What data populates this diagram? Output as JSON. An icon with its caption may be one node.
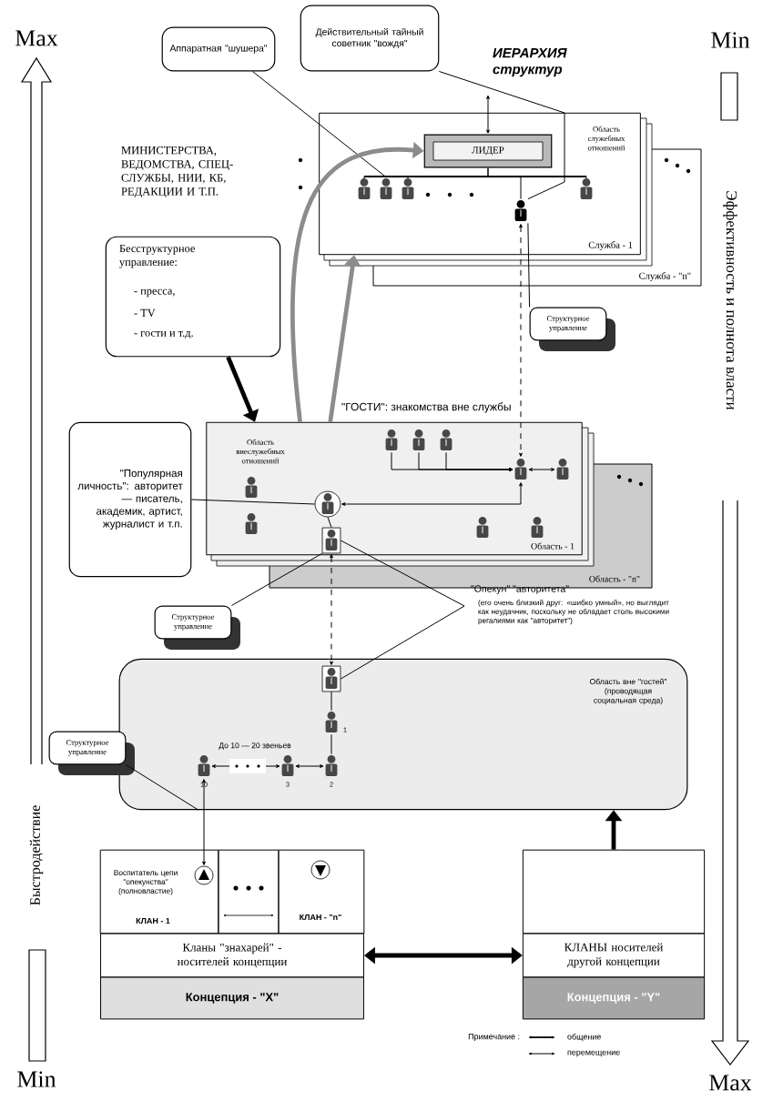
{
  "diagram": {
    "title": "ИЕРАРХИЯ структур",
    "nodes": [
      {
        "text": [
          "Аппаратная \"шушера\""
        ]
      },
      {
        "text": [
          "Действительный тайный советник \"вождя\""
        ]
      },
      {
        "text": [
          "Служба - \"n\""
        ]
      },
      {
        "text": [
          "Область служебных отношений",
          "Служба - 1"
        ]
      },
      {
        "text": [
          "ЛИДЕР"
        ],
        "in": 3
      },
      {
        "text": [],
        "shape": "person",
        "in": 3
      },
      {
        "text": [],
        "shape": "person",
        "in": 3
      },
      {
        "text": [
          "Бесструктурное управление:",
          "- пресса,",
          "- TV",
          "- гости и т.д."
        ]
      },
      {
        "text": [
          "Структурное управление"
        ]
      },
      {
        "text": [
          "Область - \"n\""
        ]
      },
      {
        "text": [
          "\"ГОСТИ\": знакомства вне службы",
          "Область внеслужебных отношений",
          "Область - 1"
        ]
      },
      {
        "text": [],
        "shape": "person",
        "in": 10
      },
      {
        "text": [],
        "shape": "person",
        "in": 10
      },
      {
        "text": [],
        "shape": "person",
        "in": 10
      },
      {
        "text": [],
        "shape": "person",
        "in": 10
      },
      {
        "text": [],
        "shape": "person",
        "in": 10
      },
      {
        "text": [],
        "shape": "person",
        "in": 10
      },
      {
        "text": [],
        "shape": "person",
        "in": 10
      },
      {
        "text": [
          "\"Популярная личность\": авторитет — писатель, академик, артист, журналист и т.п."
        ]
      },
      {
        "text": [
          "Структурное управление"
        ]
      },
      {
        "text": [
          "\"Опекун\" \"авторитета\"",
          "(его очень близкий друг: «шибко умный», но выглядит как неудачник, поскольку не обладает столь высокими регалиями как \"авторитет\")"
        ]
      },
      {
        "text": [
          "Область вне \"гостей\" (проводящая социальная среда)"
        ]
      },
      {
        "text": [],
        "shape": "person",
        "in": 21
      },
      {
        "text": [],
        "shape": "person",
        "in": 21,
        "beside": [
          "1"
        ]
      },
      {
        "text": [],
        "shape": "person",
        "in": 21,
        "beside": [
          "2"
        ]
      },
      {
        "text": [],
        "shape": "person",
        "in": 21,
        "beside": [
          "3"
        ]
      },
      {
        "text": [],
        "shape": "person",
        "in": 21,
        "beside": [
          "10"
        ]
      },
      {
        "text": [
          "Структурное управление"
        ]
      },
      {
        "text": [
          "Воспитатель цепи \"опекунства\" (полновластие)",
          "КЛАН - 1"
        ]
      },
      {
        "text": [],
        "shape": "circle",
        "in": 28
      },
      {
        "text": [],
        "shape": "box"
      },
      {
        "text": [
          "КЛАН - \"n\""
        ]
      },
      {
        "text": [],
        "shape": "circle",
        "in": 31
      },
      {
        "text": [
          "Кланы \"знахарей\" - носителей концепции"
        ]
      },
      {
        "text": [
          "Концепция - \"X\""
        ]
      },
      {
        "text": [],
        "shape": "box"
      },
      {
        "text": [
          "КЛАНЫ носителей другой концепции"
        ]
      },
      {
        "text": [
          "Концепция - \"Y\""
        ]
      }
    ],
    "edges": [
      {
        "from": 0,
        "to": 5,
        "arrow": "none"
      },
      {
        "from": 1,
        "to": 6,
        "arrow": "none"
      },
      {
        "from": null,
        "to": 4,
        "arrow": "both"
      },
      {
        "from": 4,
        "to": 5,
        "arrow": "none"
      },
      {
        "from": 4,
        "to": 6,
        "arrow": "none"
      },
      {
        "from": 8,
        "to": 6,
        "arrow": "none"
      },
      {
        "from": 6,
        "to": 13,
        "arrow": "both",
        "style": "dashed"
      },
      {
        "from": 15,
        "to": 13,
        "arrow": "to"
      },
      {
        "from": 16,
        "to": 13,
        "arrow": "to"
      },
      {
        "from": 17,
        "to": 13,
        "arrow": "to"
      },
      {
        "from": 13,
        "to": 14,
        "arrow": "both"
      },
      {
        "from": 11,
        "to": 13,
        "arrow": "both"
      },
      {
        "from": 11,
        "to": 12,
        "arrow": "none"
      },
      {
        "from": 18,
        "to": 11,
        "arrow": "none"
      },
      {
        "from": 19,
        "to": 12,
        "arrow": "none"
      },
      {
        "from": 20,
        "to": 12,
        "arrow": "none"
      },
      {
        "from": 20,
        "to": 22,
        "arrow": "none"
      },
      {
        "from": 12,
        "to": 22,
        "arrow": "both",
        "style": "dashed"
      },
      {
        "from": 22,
        "to": 23,
        "arrow": "none"
      },
      {
        "from": 23,
        "to": 24,
        "arrow": "none"
      },
      {
        "from": 24,
        "to": 25,
        "arrow": "both"
      },
      {
        "from": 25,
        "to": 26,
        "arrow": "both"
      },
      {
        "from": 27,
        "to": 21,
        "arrow": "none"
      },
      {
        "from": 26,
        "to": 29,
        "arrow": "both"
      },
      {
        "from": 33,
        "to": 36,
        "arrow": "both",
        "style": "thick"
      },
      {
        "from": 35,
        "to": 21,
        "arrow": "to",
        "style": "thick"
      },
      {
        "from": 10,
        "to": 3,
        "arrow": "to",
        "style": "thick",
        "color": "#8c8c8c"
      },
      {
        "from": 10,
        "to": 4,
        "arrow": "to",
        "style": "thick",
        "color": "#8c8c8c"
      },
      {
        "from": 7,
        "to": 10,
        "arrow": "to",
        "style": "thick"
      }
    ],
    "labels": [
      "Max",
      "Min",
      "МИНИСТЕРСТВА, ВЕДОМСТВА, СПЕЦ-СЛУЖБЫ, НИИ, КБ, РЕДАКЦИИ И Т.П.",
      "Эффективность и полнота власти",
      "До 10 — 20 звеньев",
      "Быстродействие",
      "Min",
      "Max",
      "Примечание :"
    ],
    "legend": [
      {
        "text": "общение"
      },
      {
        "text": "перемещение"
      }
    ]
  }
}
